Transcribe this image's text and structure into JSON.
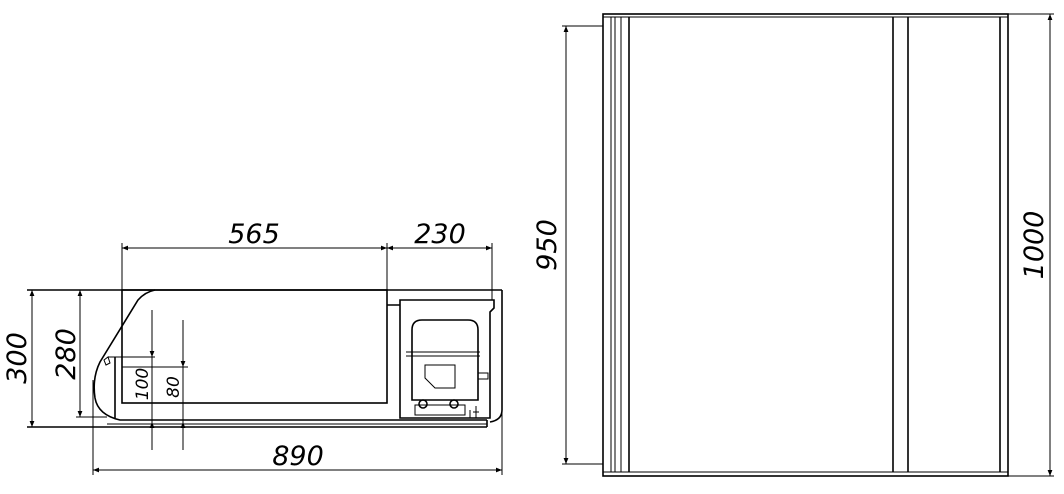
{
  "side_view": {
    "dimensions": {
      "inner_length": "565",
      "compressor_length": "230",
      "total_height": "300",
      "inner_height": "280",
      "level_100": "100",
      "level_80": "80",
      "total_depth": "890"
    }
  },
  "top_view": {
    "dimensions": {
      "inner_width": "950",
      "total_width": "1000"
    }
  },
  "colors": {
    "line": "#000000",
    "background": "#ffffff"
  }
}
